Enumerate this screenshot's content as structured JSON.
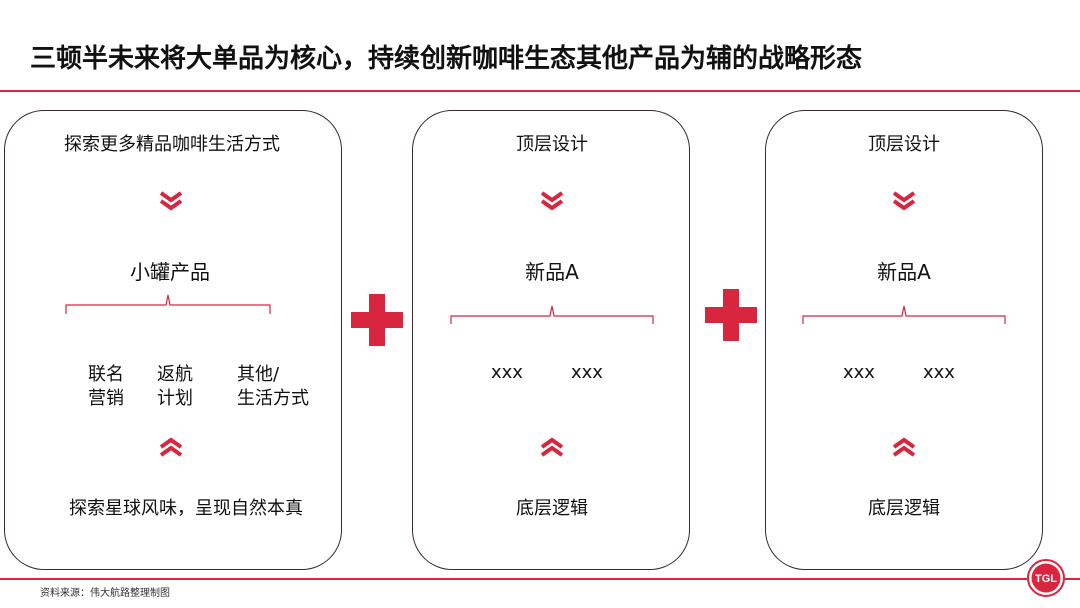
{
  "title": "三顿半未来将大单品为核心，持续创新咖啡生态其他产品为辅的战略形态",
  "card1": {
    "top": "探索更多精品咖啡生活方式",
    "middle": "小罐产品",
    "items": [
      {
        "line1": "联名",
        "line2": "营销"
      },
      {
        "line1": "返航",
        "line2": "计划"
      },
      {
        "line1": "其他/",
        "line2": "生活方式"
      }
    ],
    "bottom": "探索星球风味，呈现自然本真"
  },
  "card2": {
    "top": "顶层设计",
    "middle": "新品A",
    "items": [
      "xxx",
      "xxx"
    ],
    "bottom": "底层逻辑"
  },
  "card3": {
    "top": "顶层设计",
    "middle": "新品A",
    "items": [
      "xxx",
      "xxx"
    ],
    "bottom": "底层逻辑"
  },
  "footer": "资料来源：伟大航路整理制图",
  "logo_text": "TGL",
  "colors": {
    "accent": "#d9263f",
    "border": "#3a2a2a"
  }
}
